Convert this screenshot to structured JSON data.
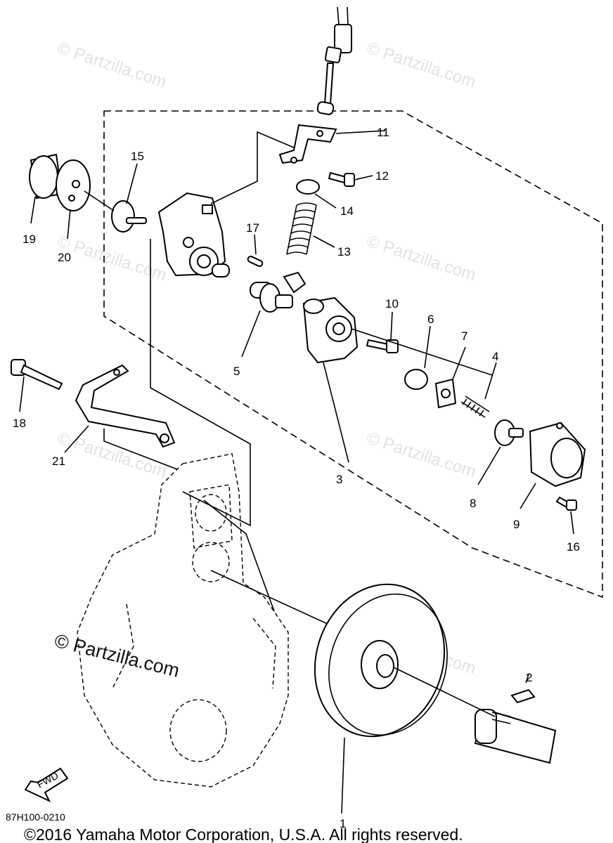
{
  "callouts": {
    "c1": "1",
    "c2": "2",
    "c3": "3",
    "c4": "4",
    "c5": "5",
    "c6": "6",
    "c7": "7",
    "c8": "8",
    "c9": "9",
    "c10": "10",
    "c11": "11",
    "c12": "12",
    "c13": "13",
    "c14": "14",
    "c15": "15",
    "c16": "16",
    "c17": "17",
    "c18": "18",
    "c19": "19",
    "c20": "20",
    "c21": "21"
  },
  "watermark": "© Partzilla.com",
  "fwd_label": "FWD",
  "diagram_code": "87H100-0210",
  "copyright": "©2016 Yamaha Motor Corporation, U.S.A. All rights reserved."
}
